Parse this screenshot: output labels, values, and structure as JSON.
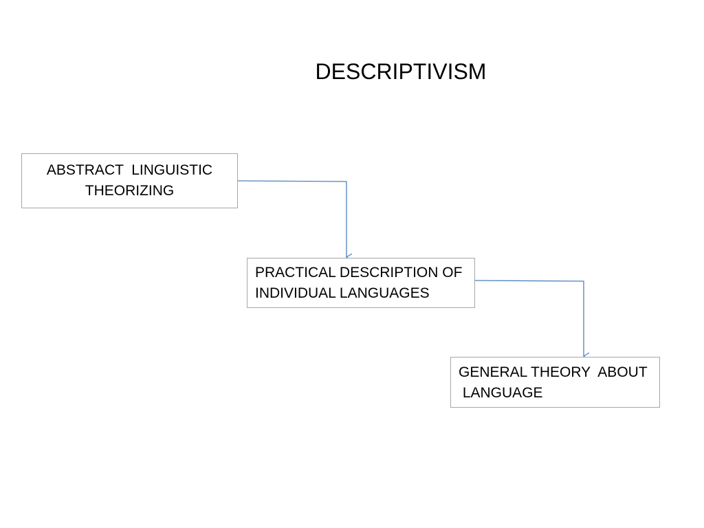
{
  "title": "DESCRIPTIVISM",
  "colors": {
    "connector": "#4f81bd",
    "box_border": "#a6a6a6",
    "text": "#000000"
  },
  "nodes": [
    {
      "id": "abstract",
      "lines": [
        "ABSTRACT  LINGUISTIC",
        "THEORIZING"
      ]
    },
    {
      "id": "practical",
      "lines": [
        "PRACTICAL DESCRIPTION OF",
        "INDIVIDUAL LANGUAGES"
      ]
    },
    {
      "id": "general",
      "lines": [
        "GENERAL THEORY  ABOUT",
        " LANGUAGE"
      ]
    }
  ],
  "edges": [
    {
      "from": "abstract",
      "to": "practical"
    },
    {
      "from": "practical",
      "to": "general"
    }
  ]
}
